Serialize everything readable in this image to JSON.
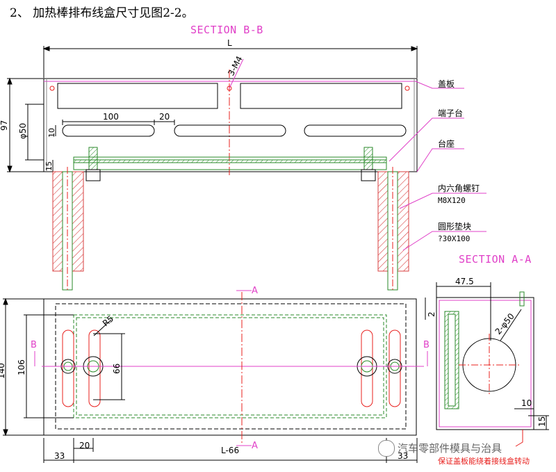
{
  "heading": "2、 加热棒排布线盒尺寸见图2-2。",
  "section_bb": "SECTION B-B",
  "section_aa": "SECTION A-A",
  "dims": {
    "L": "L",
    "L66": "L-66",
    "h97": "97",
    "phi50": "φ50",
    "d10": "10",
    "d15": "15",
    "d100": "100",
    "d20": "20",
    "m4": "3-M4",
    "r5": "R5",
    "d140": "140",
    "d106": "106",
    "d66": "66",
    "d20b": "20",
    "d33a": "33",
    "d33b": "33",
    "d475": "47.5",
    "d2": "2",
    "phi50b": "2-φ50",
    "d10b": "10",
    "d15b": "15"
  },
  "markers": {
    "A_top": "A",
    "A_bottom": "A",
    "B_left": "B",
    "B_right": "B"
  },
  "callouts": {
    "cover": "盖板",
    "terminal": "端子台",
    "base": "台座",
    "screw": "内六角螺钉",
    "screw_spec": "M8X120",
    "pad": "圆形垫块",
    "pad_spec": "?30X100"
  },
  "watermark": "汽车零部件模具与治具",
  "note": "保证盖板能绕着接线盒转动",
  "colors": {
    "pink": "#e040c8",
    "red": "#e8201e",
    "green": "#2a8a2a",
    "hatch": "#d84040"
  }
}
